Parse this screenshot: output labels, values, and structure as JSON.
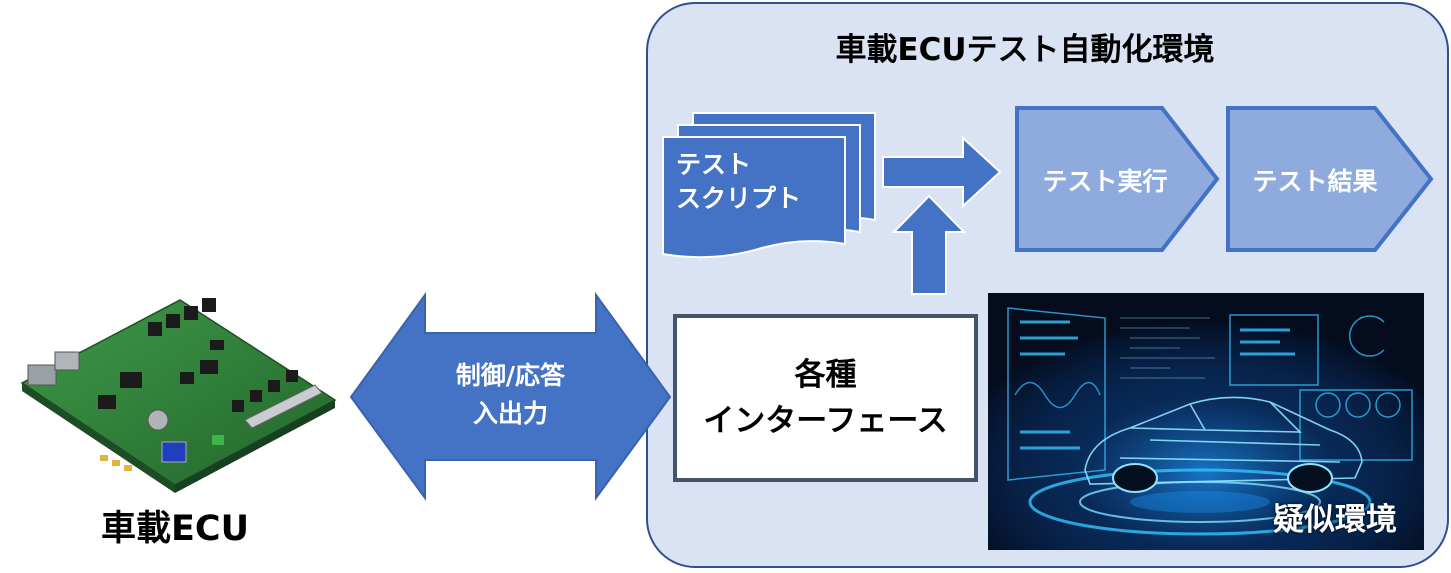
{
  "env": {
    "title": "車載ECUテスト自動化環境",
    "script_label_line1": "テスト",
    "script_label_line2": "スクリプト",
    "exec_label": "テスト実行",
    "result_label": "テスト結果",
    "interface_line1": "各種",
    "interface_line2": "インターフェース",
    "sim_label": "疑似環境"
  },
  "io": {
    "line1": "制御/応答",
    "line2": "入出力"
  },
  "ecu": {
    "label": "車載ECU"
  },
  "colors": {
    "env_fill": "#dae3f3",
    "env_stroke": "#2f4f8f",
    "shape_fill": "#4472c4",
    "shape_stroke": "#3a62ad",
    "chevron_fill": "#8faadc",
    "interface_stroke": "#44546a",
    "pcb_green": "#2f7d3a",
    "sim_bg": "#050f24",
    "sim_glow": "#33c4ff"
  }
}
